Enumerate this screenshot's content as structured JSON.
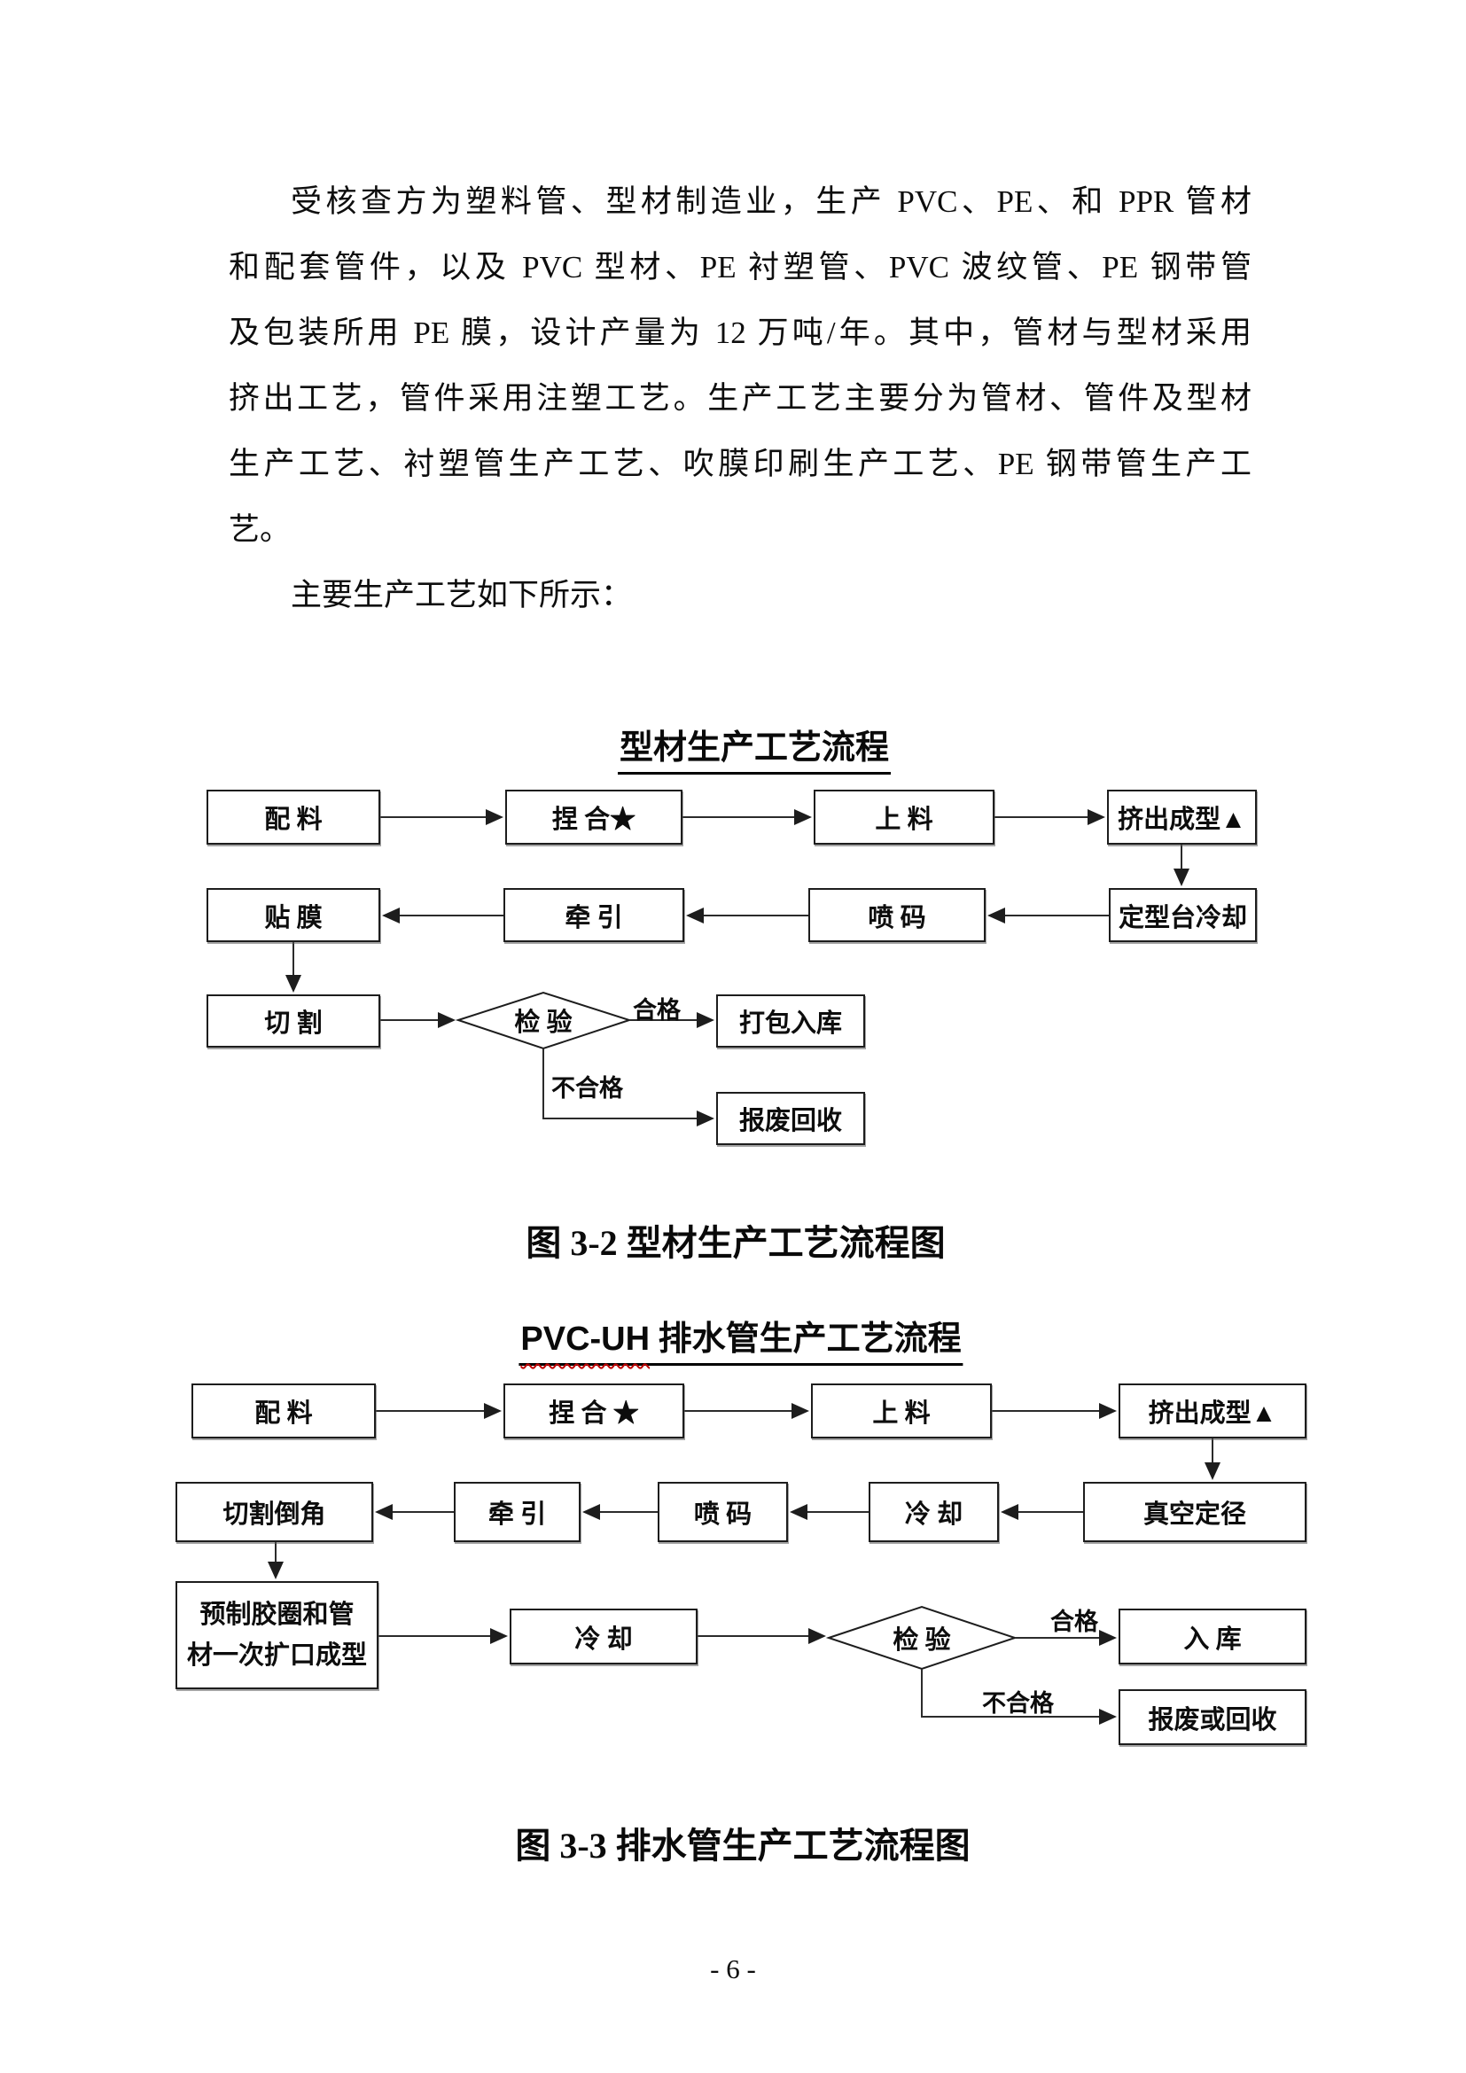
{
  "paragraph": {
    "lines": [
      "受核查方为塑料管、型材制造业，生产 PVC、PE、和 PPR 管材",
      "和配套管件，以及 PVC 型材、PE 衬塑管、PVC 波纹管、PE 钢带管",
      "及包装所用 PE 膜，设计产量为 12 万吨/年。其中，管材与型材采用",
      "挤出工艺，管件采用注塑工艺。生产工艺主要分为管材、管件及型材",
      "生产工艺、衬塑管生产工艺、吹膜印刷生产工艺、PE 钢带管生产工",
      "艺。"
    ],
    "lead": "主要生产工艺如下所示："
  },
  "chart1": {
    "title": "型材生产工艺流程",
    "caption": "图 3-2 型材生产工艺流程图",
    "nodes": {
      "peiliao": "配 料",
      "niehe": "捏 合★",
      "shangliao": "上 料",
      "jichu": "挤出成型▲",
      "tiemo": "贴 膜",
      "qianyin": "牵 引",
      "penma": "喷 码",
      "dingxing": "定型台冷却",
      "qiege": "切 割",
      "jianyan": "检 验",
      "dabao": "打包入库",
      "baofei": "报废回收"
    },
    "labels": {
      "pass": "合格",
      "fail": "不合格"
    }
  },
  "chart2": {
    "title_latin": "PVC-UH",
    "title_cjk": " 排水管生产工艺流程",
    "caption": "图 3-3 排水管生产工艺流程图",
    "nodes": {
      "peiliao": "配 料",
      "niehe": "捏 合 ★",
      "shangliao": "上 料",
      "jichu": "挤出成型▲",
      "qiegedaojiao": "切割倒角",
      "qianyin": "牵 引",
      "penma": "喷 码",
      "lengque1": "冷 却",
      "zhenkong": "真空定径",
      "yuzhi_line1": "预制胶圈和管",
      "yuzhi_line2": "材一次扩口成型",
      "lengque2": "冷 却",
      "jianyan": "检 验",
      "ruku": "入 库",
      "baofei": "报废或回收"
    },
    "labels": {
      "pass": "合格",
      "fail": "不合格"
    }
  },
  "footer": {
    "page_number": "- 6 -"
  }
}
